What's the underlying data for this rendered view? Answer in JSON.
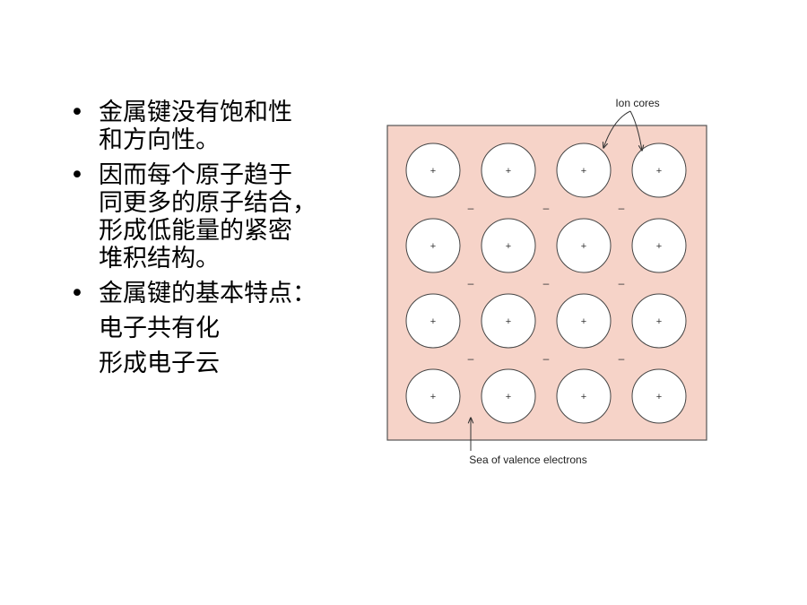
{
  "bullets": [
    {
      "lines": [
        "金属键没有饱和性",
        "和方向性。"
      ]
    },
    {
      "lines": [
        "因而每个原子趋于",
        "同更多的原子结合，",
        "形成低能量的紧密",
        "堆积结构。"
      ]
    },
    {
      "lines": [
        "金属键的基本特点："
      ],
      "sublines": [
        "电子共有化",
        "形成电子云"
      ]
    }
  ],
  "diagram": {
    "label_ion_cores": "Ion cores",
    "label_sea": "Sea of valence electrons",
    "ion_symbol": "+",
    "electron_symbol": "–",
    "grid_rows": 4,
    "grid_cols": 4,
    "fill_color": "#f6d3c8",
    "ion_color": "#ffffff"
  }
}
